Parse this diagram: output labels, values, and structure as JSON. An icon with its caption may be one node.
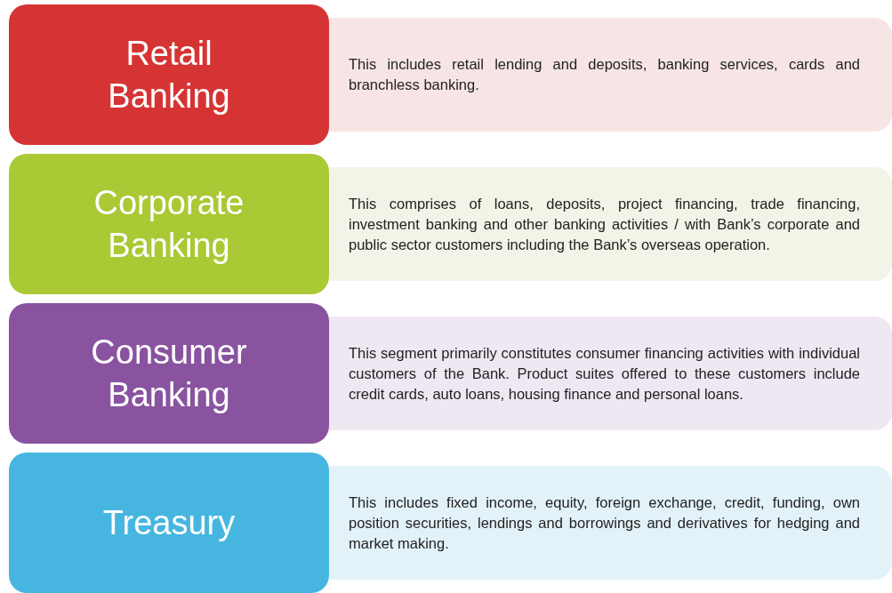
{
  "diagram": {
    "nodes": [
      {
        "text": [
          "Retail Banking"
        ]
      },
      {
        "text": [
          "This includes retail lending and deposits, banking services, cards and branchless banking."
        ]
      },
      {
        "text": [
          "Corporate Banking"
        ]
      },
      {
        "text": [
          "This comprises of loans, deposits, project financing, trade financing, investment banking and other banking activities / with Bank’s corporate and public sector customers including the Bank’s overseas operation."
        ]
      },
      {
        "text": [
          "Consumer Banking"
        ]
      },
      {
        "text": [
          "This segment primarily constitutes consumer financing activities with individual customers of the Bank. Product suites offered to these customers include credit cards, auto loans, housing finance and personal loans."
        ]
      },
      {
        "text": [
          "Treasury"
        ]
      },
      {
        "text": [
          "This includes fixed income, equity, foreign exchange, credit, funding, own position securities, lendings and borrowings and derivatives for hedging and market making."
        ]
      }
    ]
  }
}
